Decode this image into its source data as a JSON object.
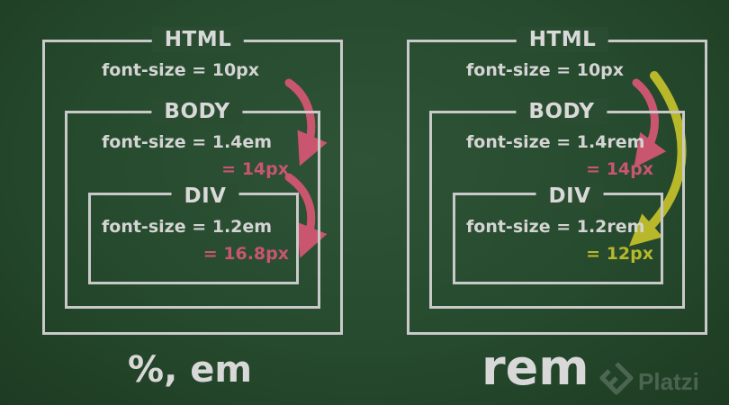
{
  "left_panel": {
    "html_title": "HTML",
    "html_rule": "font-size = 10px",
    "body_title": "BODY",
    "body_rule": "font-size = 1.4em",
    "body_result": "= 14px",
    "div_title": "DIV",
    "div_rule": "font-size = 1.2em",
    "div_result": "= 16.8px",
    "caption": "%, em"
  },
  "right_panel": {
    "html_title": "HTML",
    "html_rule": "font-size = 10px",
    "body_title": "BODY",
    "body_rule": "font-size = 1.4rem",
    "body_result": "= 14px",
    "div_title": "DIV",
    "div_rule": "font-size = 1.2rem",
    "div_result": "= 12px",
    "caption": "rem"
  },
  "watermark": {
    "text": "Platzi"
  },
  "colors": {
    "background": "#264a2d",
    "box_line": "#c9c9c9",
    "text": "#d6d6d6",
    "em_highlight": "#c9556f",
    "rem_highlight": "#b8b82a"
  }
}
